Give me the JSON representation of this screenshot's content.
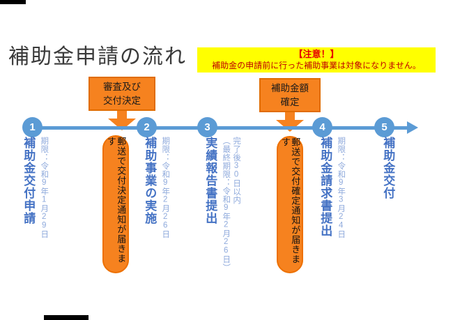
{
  "page": {
    "title": "補助金申請の流れ"
  },
  "notice": {
    "title": "【注意！】",
    "body": "補助金の申請前に行った補助事業は対象になりません。"
  },
  "callouts": [
    {
      "label": "審査及び\n交付決定"
    },
    {
      "label": "補助金額\n確定"
    }
  ],
  "timeline": {
    "steps": [
      {
        "number": "1",
        "label": "補助金交付申請",
        "sublabel": "期限：令和9年1月29日"
      },
      {
        "number": "2",
        "label": "補助事業の実施",
        "sublabel": "期限：令和9年2月26日"
      },
      {
        "number": "3",
        "label": "実績報告書提出",
        "sublabel": "完了後30日以内\n（最終期限：令和9年2月26日）"
      },
      {
        "number": "4",
        "label": "補助金請求書提出",
        "sublabel": "期限：令和9年3月24日"
      },
      {
        "number": "5",
        "label": "補助金交付",
        "sublabel": ""
      }
    ],
    "pills": [
      {
        "label": "郵送で交付決定通知が届きます"
      },
      {
        "label": "郵送で交付確定通知が届きます"
      }
    ]
  },
  "colors": {
    "timeline_blue": "#5B9BD5",
    "label_blue": "#4472C4",
    "sublabel_blue": "#8FAADC",
    "orange_fill": "#F6821F",
    "orange_border": "#E06C00",
    "notice_yellow": "#FFFF00",
    "notice_title_red": "#E60000",
    "notice_body_red": "#C00000",
    "title_gray": "#3A3A3A"
  }
}
